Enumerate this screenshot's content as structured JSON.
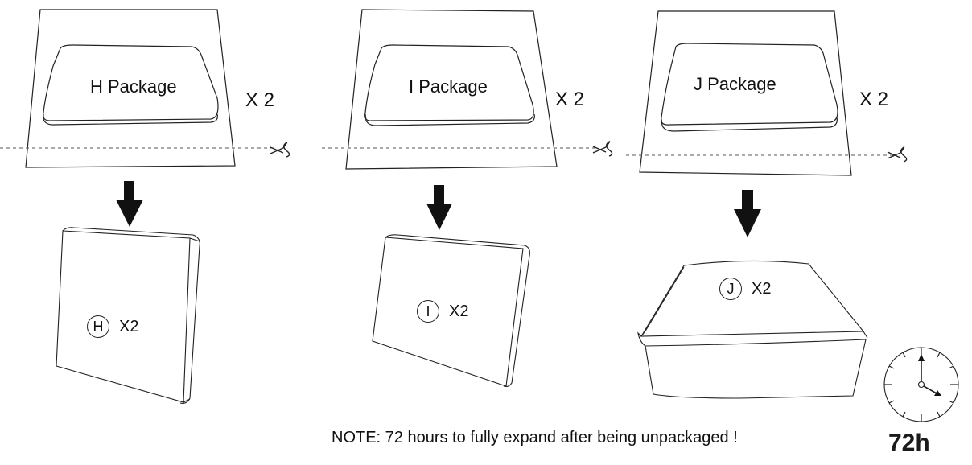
{
  "packages": [
    {
      "id": "H",
      "package_label": "H Package",
      "quantity_label": "X 2",
      "circle_letter": "H",
      "expanded_quantity": "X2"
    },
    {
      "id": "I",
      "package_label": "I Package",
      "quantity_label": "X 2",
      "circle_letter": "I",
      "expanded_quantity": "X2"
    },
    {
      "id": "J",
      "package_label": "J Package",
      "quantity_label": "X 2",
      "circle_letter": "J",
      "expanded_quantity": "X2"
    }
  ],
  "icons": [
    "scissors-icon",
    "down-arrow-icon",
    "clock-icon"
  ],
  "note": "NOTE: 72 hours to fully expand after being unpackaged !",
  "expand_time": "72h"
}
